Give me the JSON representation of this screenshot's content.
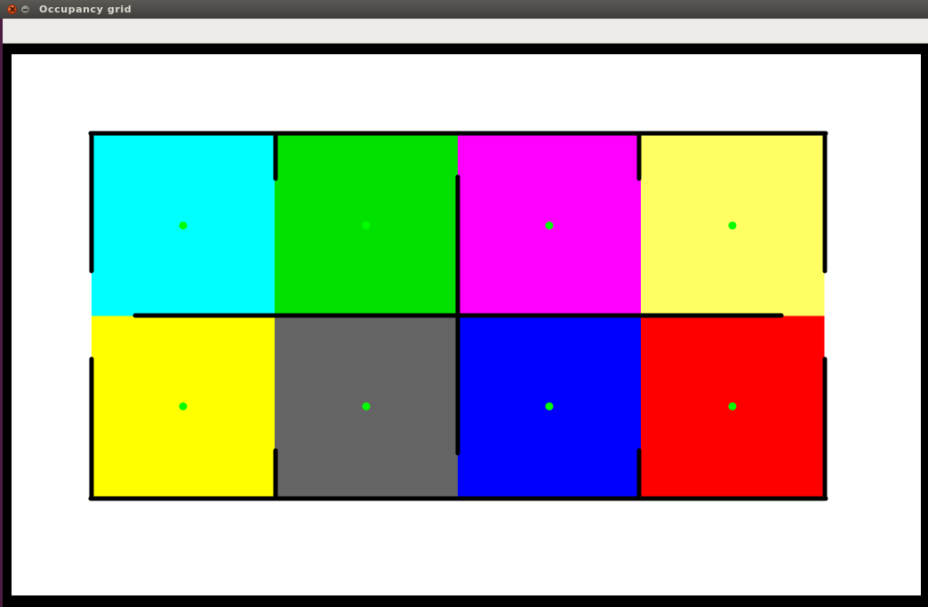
{
  "window": {
    "title": "Occupancy grid"
  },
  "icons": {
    "close": "close-icon",
    "minimize": "minimize-icon"
  },
  "grid": {
    "rows": 2,
    "cols": 4,
    "cells": [
      {
        "row": 0,
        "col": 0,
        "color": "#00ffff"
      },
      {
        "row": 0,
        "col": 1,
        "color": "#00e100"
      },
      {
        "row": 0,
        "col": 2,
        "color": "#ff00ff"
      },
      {
        "row": 0,
        "col": 3,
        "color": "#ffff64"
      },
      {
        "row": 1,
        "col": 0,
        "color": "#ffff00"
      },
      {
        "row": 1,
        "col": 1,
        "color": "#646464"
      },
      {
        "row": 1,
        "col": 2,
        "color": "#0000ff"
      },
      {
        "row": 1,
        "col": 3,
        "color": "#ff0000"
      }
    ],
    "marker_color": "#00ff00",
    "wall_color": "#000000"
  }
}
